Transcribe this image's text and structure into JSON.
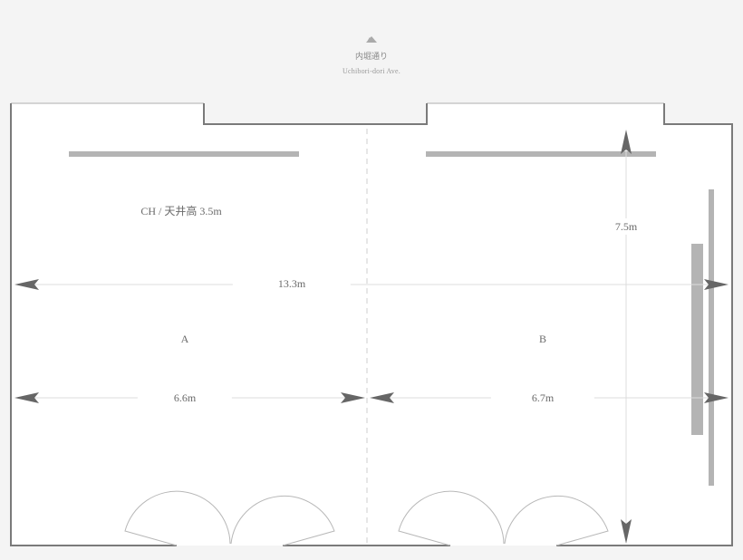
{
  "street": {
    "name_jp": "内堀通り",
    "name_en": "Uchibori-dori Ave.",
    "direction_icon": "triangle-up-icon"
  },
  "room": {
    "ceiling_height_label": "CH / 天井高 3.5m",
    "zones": [
      {
        "id": "A",
        "label": "A"
      },
      {
        "id": "B",
        "label": "B"
      }
    ],
    "dimensions": {
      "total_width": "13.3m",
      "zone_a_width": "6.6m",
      "zone_b_width": "6.7m",
      "depth": "7.5m"
    },
    "doors": 4
  },
  "colors": {
    "background": "#f4f4f4",
    "floor": "#ffffff",
    "wall": "#7a7a7a",
    "fixture": "#b4b4b4",
    "dimension_line": "#d8d8d8",
    "arrow": "#666666",
    "text": "#6a6a6a"
  }
}
